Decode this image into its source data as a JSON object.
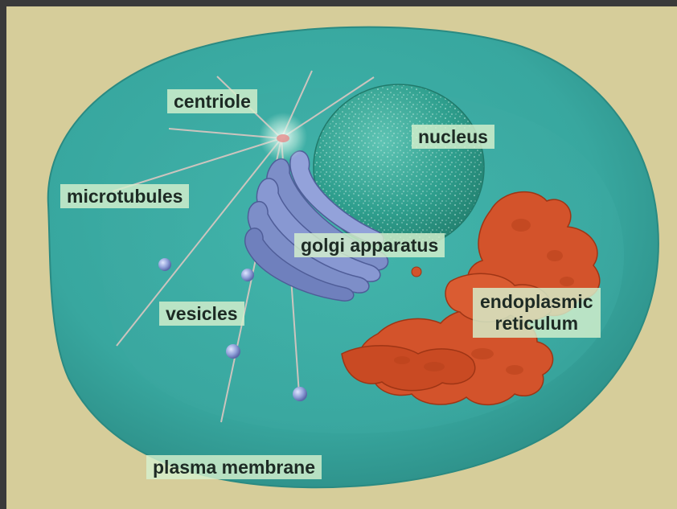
{
  "colors": {
    "background": "#d6cd9a",
    "frame": "#3a3a3a",
    "cytoplasm": "#3aaba3",
    "membrane_edge": "#2e8f88",
    "nucleus": "#2f9f8e",
    "golgi": "#7d8ec8",
    "endoplasmic_reticulum": "#d3532b",
    "vesicle": "#8f9fd8",
    "label_background": "#d6f0cd",
    "label_text": "#1d2a24"
  },
  "labels": {
    "centriole": "centriole",
    "nucleus": "nucleus",
    "microtubules": "microtubules",
    "golgi": "golgi apparatus",
    "vesicles": "vesicles",
    "er_line1": "endoplasmic",
    "er_line2": "reticulum",
    "plasma_membrane": "plasma membrane"
  }
}
